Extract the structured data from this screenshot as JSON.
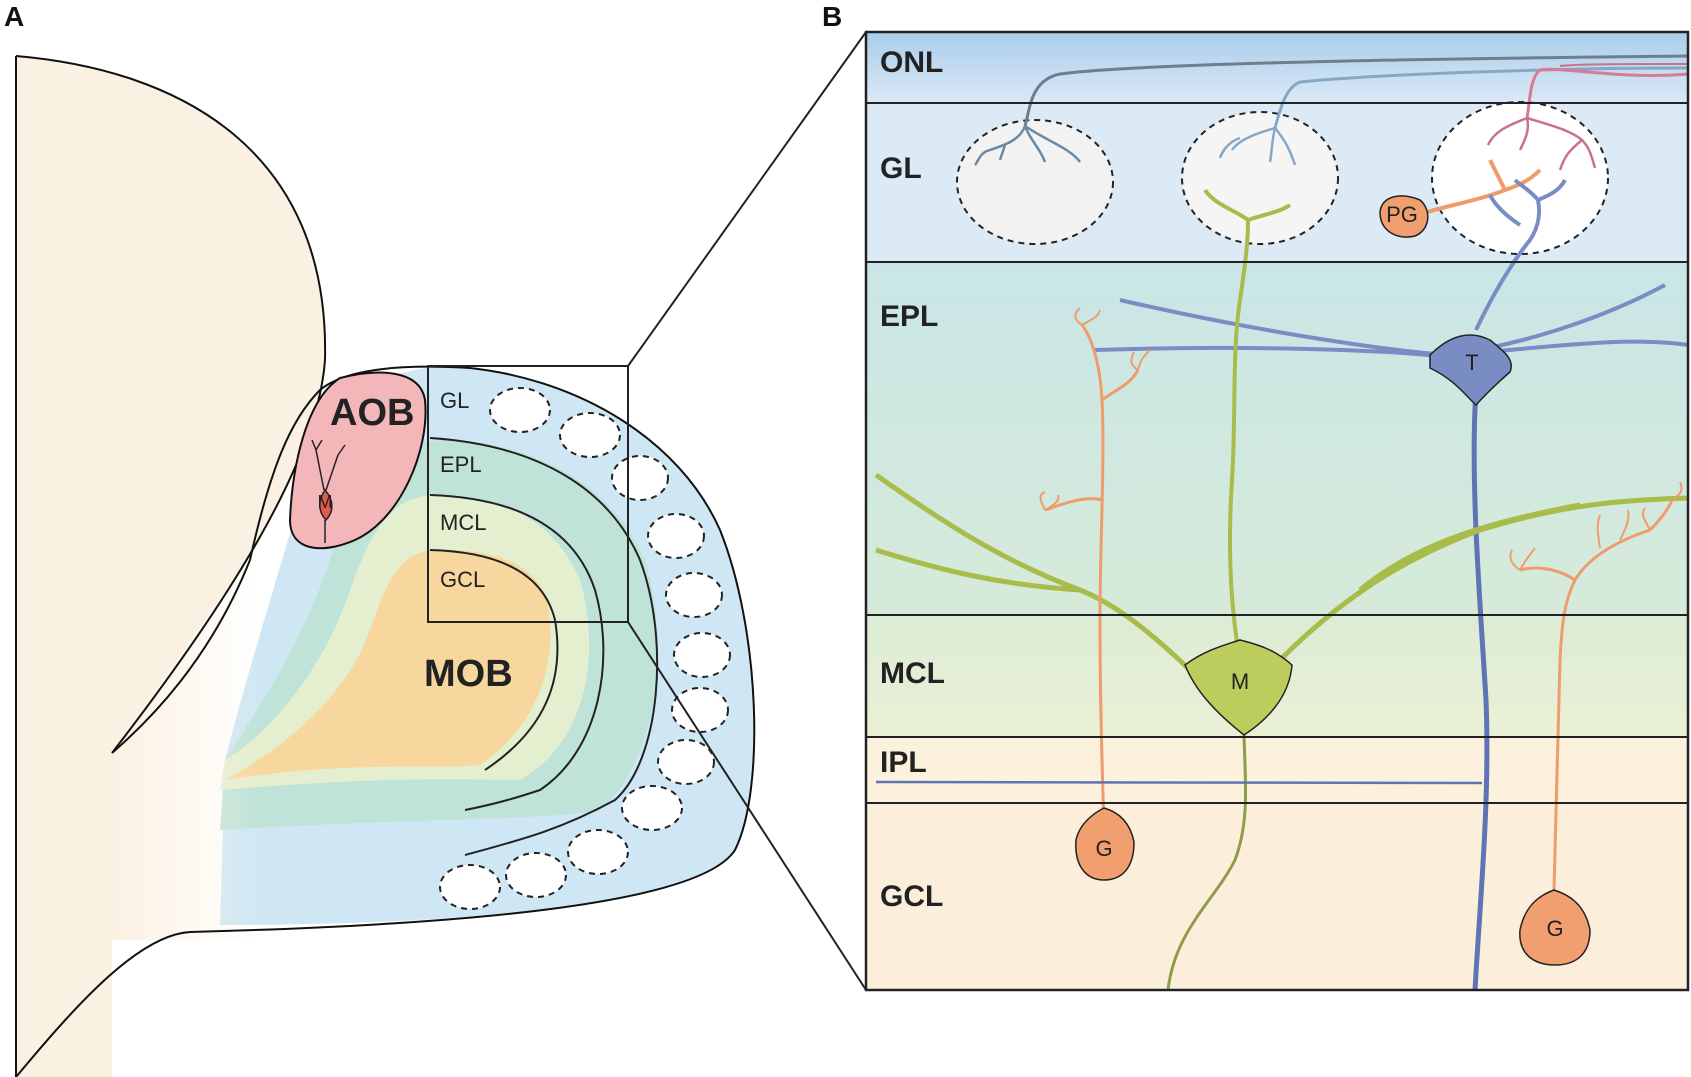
{
  "panels": {
    "a": "A",
    "b": "B"
  },
  "panel_a": {
    "aob_label": "AOB",
    "aob_cell": "M",
    "mob_label": "MOB",
    "layers": [
      "GL",
      "EPL",
      "MCL",
      "GCL"
    ]
  },
  "panel_b": {
    "layers": [
      "ONL",
      "GL",
      "EPL",
      "MCL",
      "IPL",
      "GCL"
    ],
    "cells": {
      "periglomerular": "PG",
      "tufted": "T",
      "mitral": "M",
      "granule_left": "G",
      "granule_right": "G"
    }
  },
  "colors": {
    "background_tissue": "#fbf1e2",
    "aob": "#f4b7b9",
    "gl": "#cfe7f4",
    "epl": "#bfe3d8",
    "mcl": "#e4efcf",
    "gcl": "#f8d79f",
    "onl": "#a9cdea",
    "ipl": "#fbf1dc",
    "tufted_cell": "#7a8cc4",
    "mitral_cell": "#bccd5e",
    "granule_cell": "#f29f70",
    "olfactory_axon_pink": "#d97a92"
  }
}
